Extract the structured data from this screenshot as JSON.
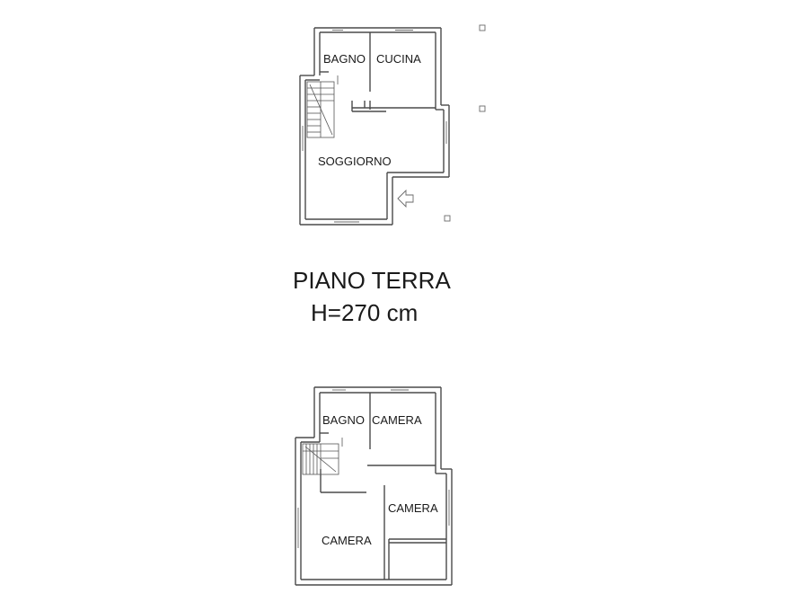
{
  "ground_floor": {
    "rooms": {
      "bathroom": "BAGNO",
      "kitchen": "CUCINA",
      "living": "SOGGIORNO"
    }
  },
  "caption": {
    "floor_name": "PIANO TERRA",
    "height": "H=270 cm"
  },
  "upper_floor": {
    "rooms": {
      "bathroom": "BAGNO",
      "bedroom_top": "CAMERA",
      "bedroom_right": "CAMERA",
      "bedroom_left": "CAMERA"
    }
  },
  "icons": {
    "entrance": "entrance-arrow-icon"
  }
}
